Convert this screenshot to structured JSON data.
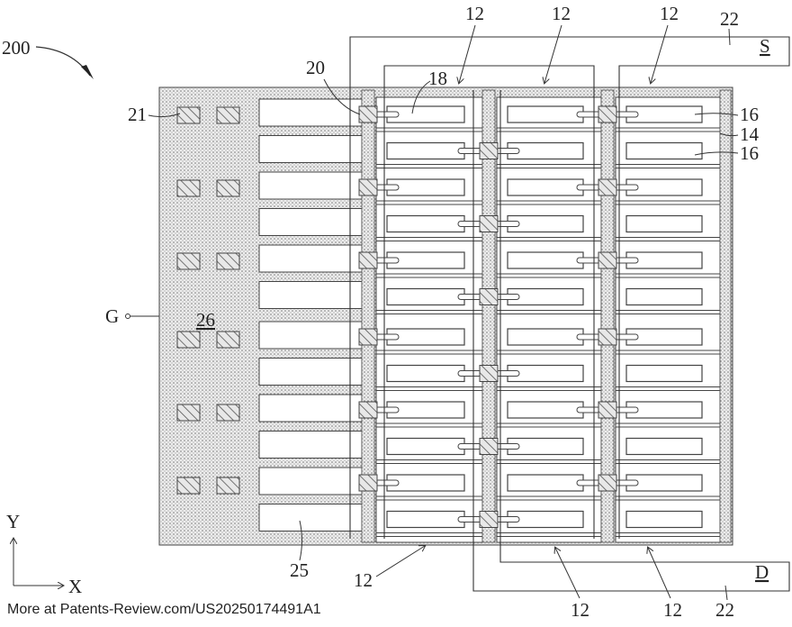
{
  "figure": {
    "reference_numeral": "200",
    "labels": {
      "transistor_units": "12",
      "gate_structure": "14",
      "source_drain_region": "16",
      "contact_18": "18",
      "via_20": "20",
      "contact_21": "21",
      "conductive_line": "22",
      "dummy_region": "25",
      "gate_region": "26"
    },
    "terminals": {
      "source": "S",
      "drain": "D",
      "gate": "G"
    },
    "axes": {
      "x": "X",
      "y": "Y"
    },
    "rows": 12,
    "columns": 3,
    "colors": {
      "line": "#333333",
      "dot_fill": "#e6e6e6",
      "dot": "#8a8a8a",
      "hatch": "#555555"
    }
  },
  "footer": {
    "text": "More at Patents-Review.com/US20250174491A1"
  }
}
